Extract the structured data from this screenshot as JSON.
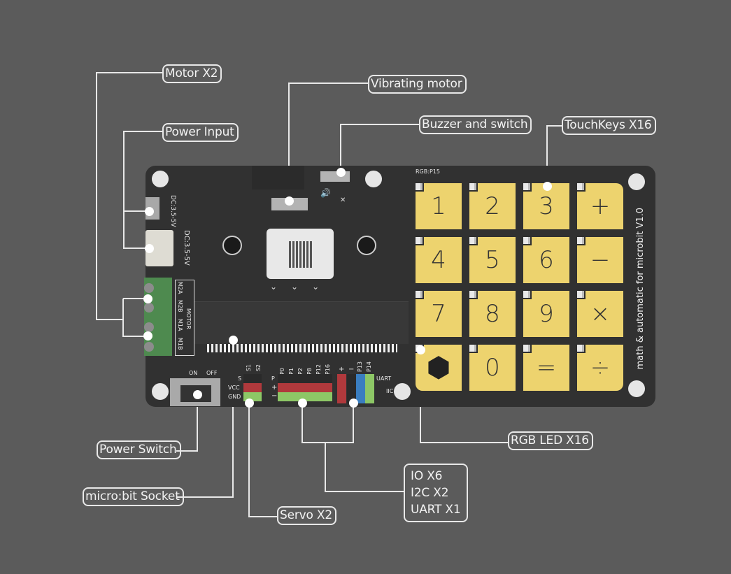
{
  "callouts": {
    "motor": "Motor  X2",
    "power_input": "Power Input",
    "vibrating_motor": "Vibrating motor",
    "buzzer_switch": "Buzzer and switch",
    "touchkeys": "TouchKeys  X16",
    "power_switch": "Power Switch",
    "microbit_socket": "micro:bit Socket",
    "servo": "Servo  X2",
    "rgb_led": "RGB LED X16",
    "io_lines": [
      "IO  X6",
      "I2C  X2",
      "UART X1"
    ]
  },
  "board": {
    "name_text": "math & automatic for microbit V1.0",
    "rgb_pin_label": "RGB:P15",
    "dc_label_1": "DC:3.5-5V",
    "dc_label_2": "DC:3.5-5V",
    "motor_label": "MOTOR",
    "motor_pins": [
      "M2A",
      "M2B",
      "M1A",
      "M1B"
    ],
    "switch_on": "ON",
    "switch_off": "OFF",
    "servo_headers": [
      "S1",
      "S2"
    ],
    "servo_rows": [
      "S",
      "VCC",
      "GND"
    ],
    "io_headers": [
      "P0",
      "P1",
      "P2",
      "P8",
      "P12",
      "P16"
    ],
    "io_rows": [
      "P",
      "+",
      "−"
    ],
    "power_headers": [
      "+",
      "−"
    ],
    "uart_headers": [
      "P13",
      "P14"
    ],
    "uart_label": "UART",
    "iic_label": "IIC",
    "keys": [
      "1",
      "2",
      "3",
      "+",
      "4",
      "5",
      "6",
      "−",
      "7",
      "8",
      "9",
      "×",
      "logo",
      "0",
      "=",
      "÷"
    ]
  },
  "colors": {
    "background": "#5b5b5b",
    "board": "#313131",
    "key": "#edd36e",
    "terminal_green": "#4e8a4f",
    "header_red": "#b0393c",
    "header_green": "#8dc766",
    "header_blue": "#3a7ec0",
    "header_black": "#2a2a2a"
  }
}
